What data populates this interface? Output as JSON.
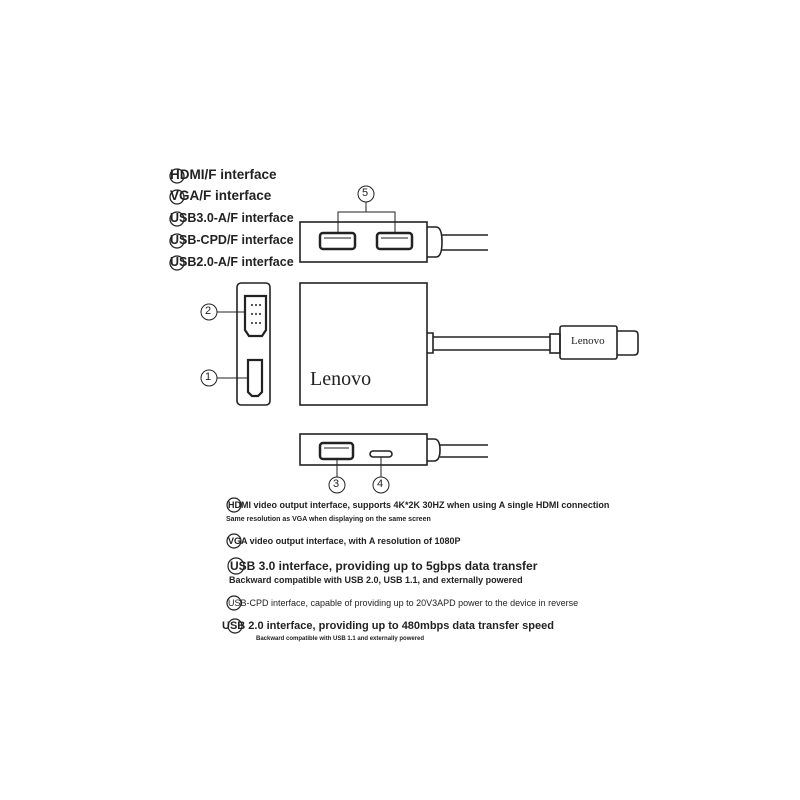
{
  "legend": [
    {
      "num": "1",
      "text": "HDMI/F interface"
    },
    {
      "num": "2",
      "text": "VGA/F interface"
    },
    {
      "num": "3",
      "text": "USB3.0-A/F interface"
    },
    {
      "num": "4",
      "text": "USB-CPD/F interface"
    },
    {
      "num": "5",
      "text": "USB2.0-A/F interface"
    }
  ],
  "callouts": {
    "c1": "1",
    "c2": "2",
    "c3": "3",
    "c4": "4",
    "c5": "5"
  },
  "brand": {
    "body": "Lenovo",
    "plug": "Lenovo"
  },
  "descriptions": [
    {
      "num": "1",
      "text": "HDMI video output interface, supports 4K*2K 30HZ when using A single HDMI connection",
      "sub": "Same resolution as VGA when displaying on the same screen"
    },
    {
      "num": "2",
      "text": "VGA video output interface, with A resolution of 1080P"
    },
    {
      "num": "3",
      "text": "USB 3.0 interface, providing up to 5gbps data transfer",
      "sub": "Backward compatible with USB 2.0, USB 1.1, and externally powered"
    },
    {
      "num": "4",
      "text": "USB-CPD interface, capable of providing up to 20V3APD power to the device in reverse"
    },
    {
      "num": "5",
      "text": "USB 2.0 interface, providing up to 480mbps data transfer speed",
      "sub": "Backward compatible with USB 1.1 and externally powered"
    }
  ]
}
